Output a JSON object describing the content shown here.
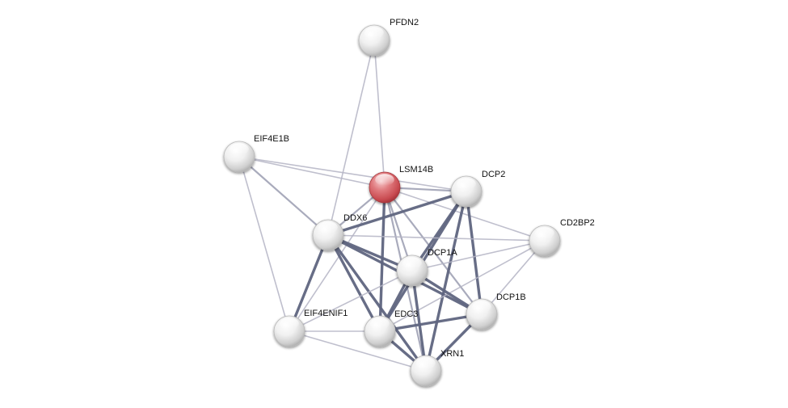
{
  "network": {
    "nodes": [
      {
        "id": "PFDN2",
        "label": "PFDN2",
        "query": false
      },
      {
        "id": "EIF4E1B",
        "label": "EIF4E1B",
        "query": false
      },
      {
        "id": "LSM14B",
        "label": "LSM14B",
        "query": true
      },
      {
        "id": "DCP2",
        "label": "DCP2",
        "query": false
      },
      {
        "id": "CD2BP2",
        "label": "CD2BP2",
        "query": false
      },
      {
        "id": "DDX6",
        "label": "DDX6",
        "query": false
      },
      {
        "id": "DCP1A",
        "label": "DCP1A",
        "query": false
      },
      {
        "id": "DCP1B",
        "label": "DCP1B",
        "query": false
      },
      {
        "id": "EIF4ENIF1",
        "label": "EIF4ENIF1",
        "query": false
      },
      {
        "id": "EDC3",
        "label": "EDC3",
        "query": false
      },
      {
        "id": "XRN1",
        "label": "XRN1",
        "query": false
      }
    ],
    "edges": [
      {
        "source": "PFDN2",
        "target": "LSM14B",
        "strength": "weak"
      },
      {
        "source": "PFDN2",
        "target": "DDX6",
        "strength": "weak"
      },
      {
        "source": "EIF4E1B",
        "target": "LSM14B",
        "strength": "weak"
      },
      {
        "source": "EIF4E1B",
        "target": "DCP2",
        "strength": "weak"
      },
      {
        "source": "EIF4E1B",
        "target": "DDX6",
        "strength": "medium"
      },
      {
        "source": "EIF4E1B",
        "target": "EIF4ENIF1",
        "strength": "weak"
      },
      {
        "source": "LSM14B",
        "target": "DCP2",
        "strength": "medium"
      },
      {
        "source": "LSM14B",
        "target": "CD2BP2",
        "strength": "weak"
      },
      {
        "source": "LSM14B",
        "target": "DDX6",
        "strength": "medium"
      },
      {
        "source": "LSM14B",
        "target": "DCP1A",
        "strength": "medium"
      },
      {
        "source": "LSM14B",
        "target": "DCP1B",
        "strength": "medium"
      },
      {
        "source": "LSM14B",
        "target": "EIF4ENIF1",
        "strength": "weak"
      },
      {
        "source": "LSM14B",
        "target": "EDC3",
        "strength": "strong"
      },
      {
        "source": "LSM14B",
        "target": "XRN1",
        "strength": "medium"
      },
      {
        "source": "DCP2",
        "target": "DDX6",
        "strength": "strong"
      },
      {
        "source": "DCP2",
        "target": "DCP1A",
        "strength": "strong"
      },
      {
        "source": "DCP2",
        "target": "DCP1B",
        "strength": "strong"
      },
      {
        "source": "DCP2",
        "target": "EDC3",
        "strength": "strong"
      },
      {
        "source": "DCP2",
        "target": "XRN1",
        "strength": "strong"
      },
      {
        "source": "DDX6",
        "target": "CD2BP2",
        "strength": "weak"
      },
      {
        "source": "DDX6",
        "target": "DCP1A",
        "strength": "strong"
      },
      {
        "source": "DDX6",
        "target": "DCP1B",
        "strength": "strong"
      },
      {
        "source": "DDX6",
        "target": "EIF4ENIF1",
        "strength": "strong"
      },
      {
        "source": "DDX6",
        "target": "EDC3",
        "strength": "strong"
      },
      {
        "source": "DDX6",
        "target": "XRN1",
        "strength": "strong"
      },
      {
        "source": "CD2BP2",
        "target": "DCP1A",
        "strength": "weak"
      },
      {
        "source": "CD2BP2",
        "target": "DCP1B",
        "strength": "weak"
      },
      {
        "source": "CD2BP2",
        "target": "EDC3",
        "strength": "weak"
      },
      {
        "source": "DCP1A",
        "target": "DCP1B",
        "strength": "strong"
      },
      {
        "source": "DCP1A",
        "target": "EDC3",
        "strength": "strong"
      },
      {
        "source": "DCP1A",
        "target": "XRN1",
        "strength": "strong"
      },
      {
        "source": "DCP1A",
        "target": "EIF4ENIF1",
        "strength": "weak"
      },
      {
        "source": "DCP1B",
        "target": "EDC3",
        "strength": "strong"
      },
      {
        "source": "DCP1B",
        "target": "XRN1",
        "strength": "strong"
      },
      {
        "source": "EIF4ENIF1",
        "target": "EDC3",
        "strength": "weak"
      },
      {
        "source": "EIF4ENIF1",
        "target": "XRN1",
        "strength": "weak"
      },
      {
        "source": "EDC3",
        "target": "XRN1",
        "strength": "strong"
      }
    ]
  },
  "colors": {
    "node_default": "#e8e8e8",
    "node_query": "#d95f64",
    "edge_weak": "#b4b4c4",
    "edge_medium": "#9a9cb0",
    "edge_strong": "#5f6580"
  }
}
